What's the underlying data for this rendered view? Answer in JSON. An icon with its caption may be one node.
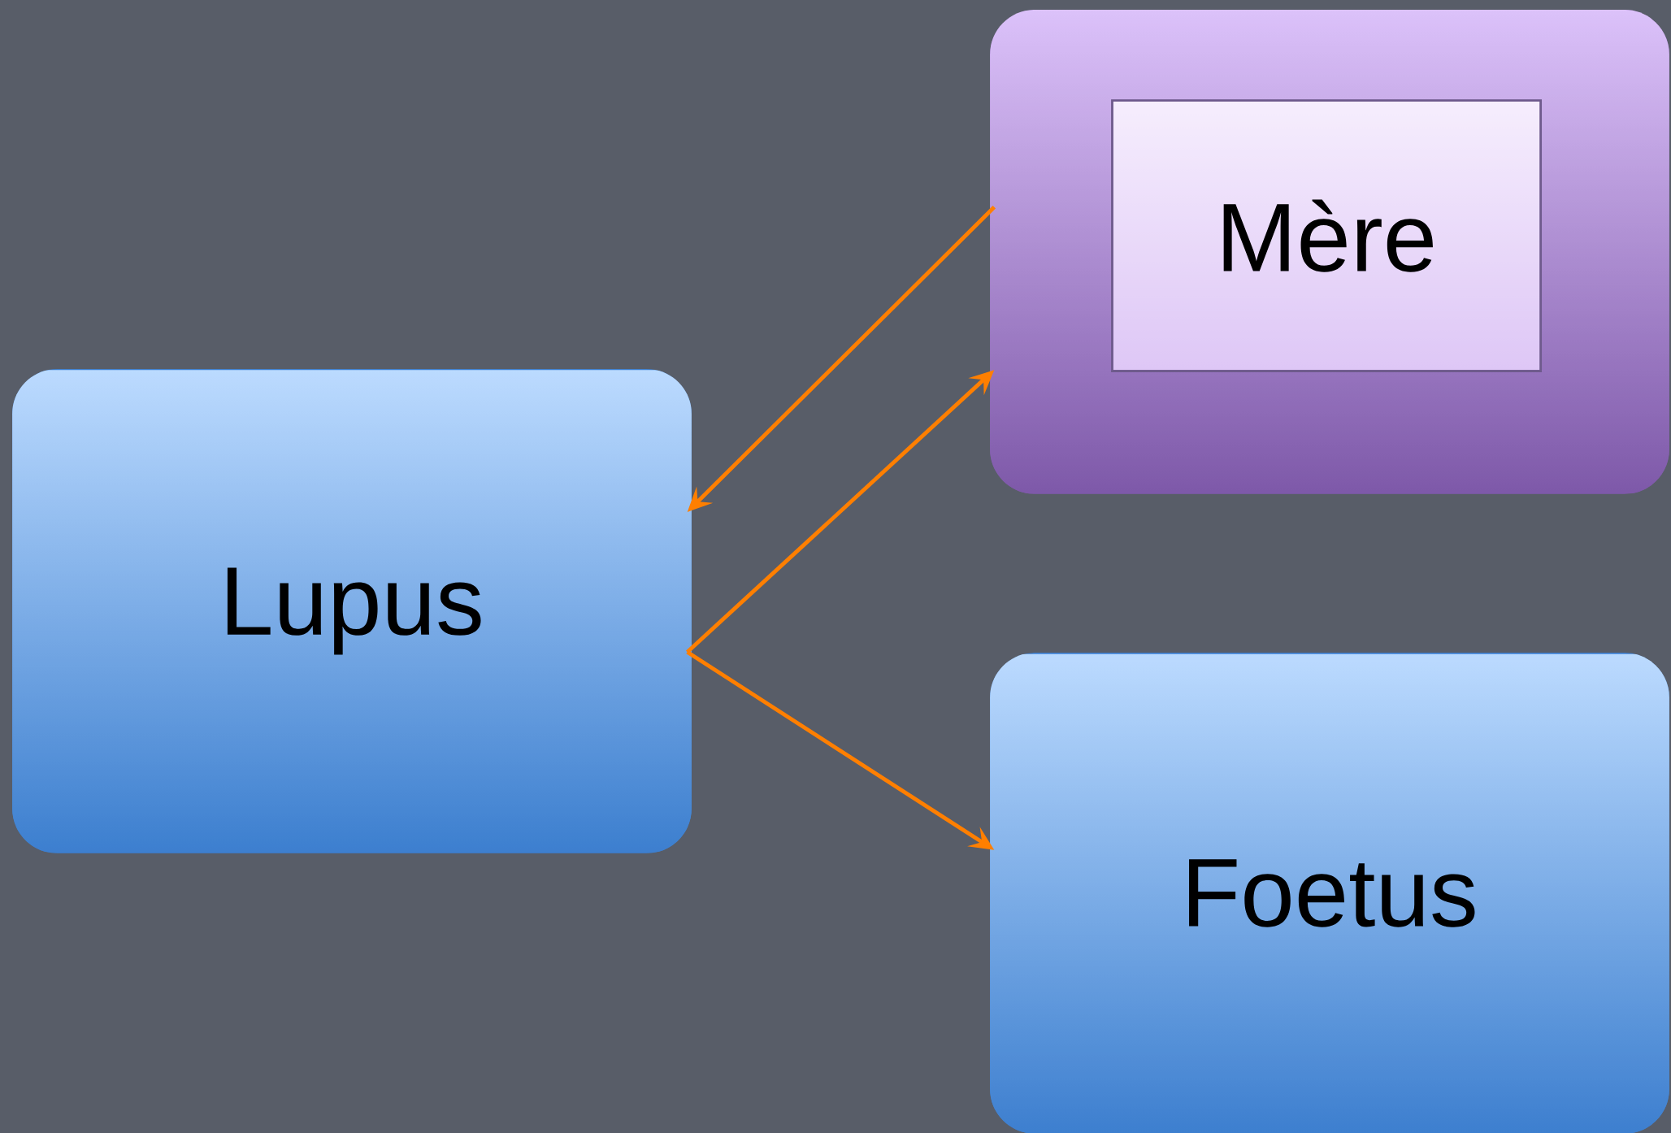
{
  "diagram": {
    "nodes": [
      {
        "text": [
          "Lupus"
        ]
      },
      {
        "text": [],
        "shape": "box"
      },
      {
        "text": [
          "Mère"
        ],
        "in": 1
      },
      {
        "text": [
          "Foetus"
        ]
      }
    ],
    "edges": [
      {
        "from": 1,
        "to": 0,
        "arrow": "to"
      },
      {
        "from": 0,
        "to": 1,
        "arrow": "to"
      },
      {
        "from": 0,
        "to": 3,
        "arrow": "to"
      }
    ]
  }
}
